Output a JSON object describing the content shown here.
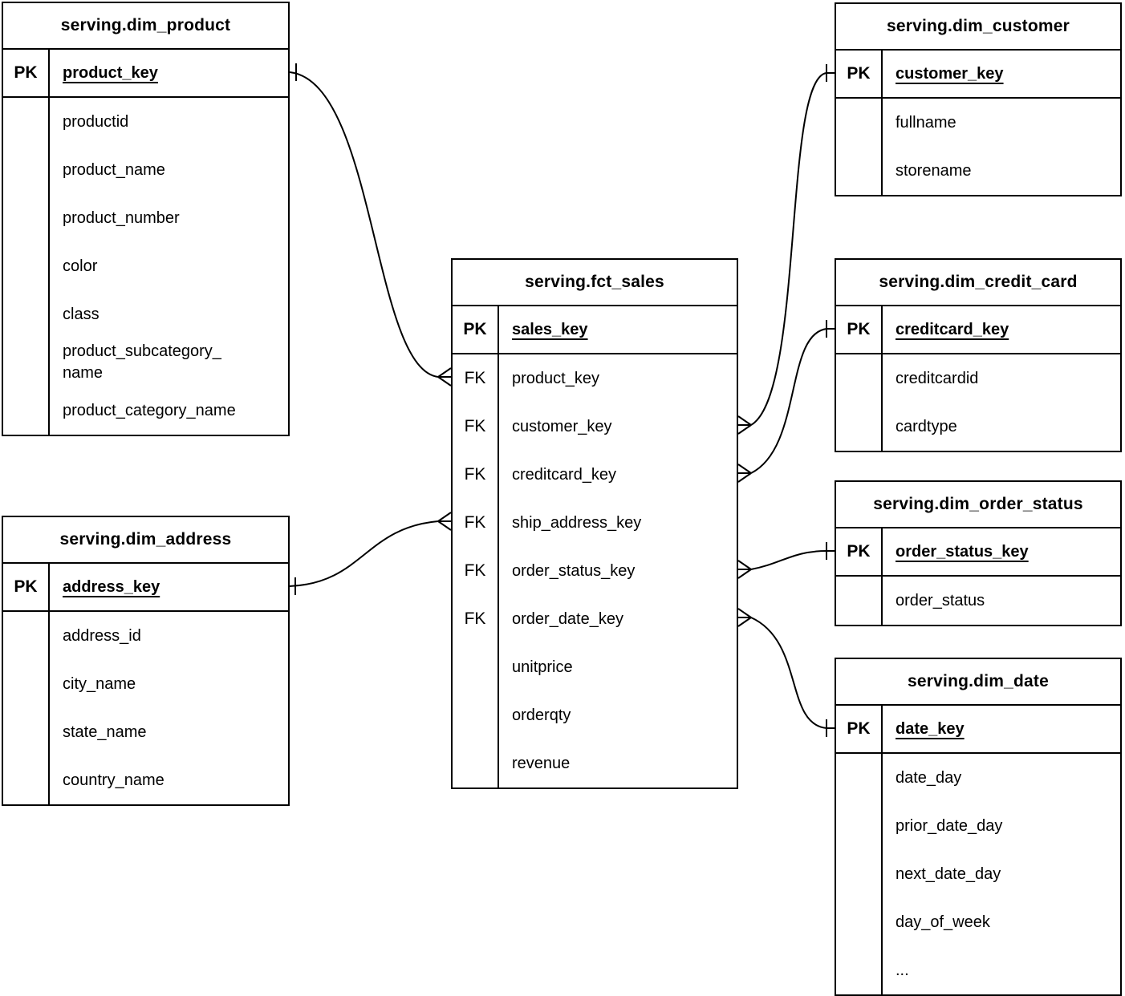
{
  "diagram": {
    "colors": {
      "line": "#000000",
      "background": "#ffffff",
      "text": "#000000"
    },
    "tables": [
      {
        "id": "dim_product",
        "title": "serving.dim_product",
        "primary_key": {
          "tag": "PK",
          "name": "product_key"
        },
        "fields": [
          {
            "tag": "",
            "name": "productid"
          },
          {
            "tag": "",
            "name": "product_name"
          },
          {
            "tag": "",
            "name": "product_number"
          },
          {
            "tag": "",
            "name": "color"
          },
          {
            "tag": "",
            "name": "class"
          },
          {
            "tag": "",
            "name": "product_subcategory_name"
          },
          {
            "tag": "",
            "name": "product_category_name"
          }
        ]
      },
      {
        "id": "dim_address",
        "title": "serving.dim_address",
        "primary_key": {
          "tag": "PK",
          "name": "address_key"
        },
        "fields": [
          {
            "tag": "",
            "name": "address_id"
          },
          {
            "tag": "",
            "name": "city_name"
          },
          {
            "tag": "",
            "name": "state_name"
          },
          {
            "tag": "",
            "name": "country_name"
          }
        ]
      },
      {
        "id": "fct_sales",
        "title": "serving.fct_sales",
        "primary_key": {
          "tag": "PK",
          "name": "sales_key"
        },
        "fields": [
          {
            "tag": "FK",
            "name": "product_key"
          },
          {
            "tag": "FK",
            "name": "customer_key"
          },
          {
            "tag": "FK",
            "name": "creditcard_key"
          },
          {
            "tag": "FK",
            "name": "ship_address_key"
          },
          {
            "tag": "FK",
            "name": "order_status_key"
          },
          {
            "tag": "FK",
            "name": "order_date_key"
          },
          {
            "tag": "",
            "name": "unitprice"
          },
          {
            "tag": "",
            "name": "orderqty"
          },
          {
            "tag": "",
            "name": "revenue"
          }
        ]
      },
      {
        "id": "dim_customer",
        "title": "serving.dim_customer",
        "primary_key": {
          "tag": "PK",
          "name": "customer_key"
        },
        "fields": [
          {
            "tag": "",
            "name": "fullname"
          },
          {
            "tag": "",
            "name": "storename"
          }
        ]
      },
      {
        "id": "dim_credit_card",
        "title": "serving.dim_credit_card",
        "primary_key": {
          "tag": "PK",
          "name": "creditcard_key"
        },
        "fields": [
          {
            "tag": "",
            "name": "creditcardid"
          },
          {
            "tag": "",
            "name": "cardtype"
          }
        ]
      },
      {
        "id": "dim_order_status",
        "title": "serving.dim_order_status",
        "primary_key": {
          "tag": "PK",
          "name": "order_status_key"
        },
        "fields": [
          {
            "tag": "",
            "name": "order_status"
          }
        ]
      },
      {
        "id": "dim_date",
        "title": "serving.dim_date",
        "primary_key": {
          "tag": "PK",
          "name": "date_key"
        },
        "fields": [
          {
            "tag": "",
            "name": "date_day"
          },
          {
            "tag": "",
            "name": "prior_date_day"
          },
          {
            "tag": "",
            "name": "next_date_day"
          },
          {
            "tag": "",
            "name": "day_of_week"
          },
          {
            "tag": "",
            "name": "..."
          }
        ]
      }
    ],
    "relationships": [
      {
        "from_table": "serving.fct_sales",
        "from_field": "product_key",
        "to_table": "serving.dim_product",
        "to_field": "product_key",
        "cardinality": "many-to-one"
      },
      {
        "from_table": "serving.fct_sales",
        "from_field": "ship_address_key",
        "to_table": "serving.dim_address",
        "to_field": "address_key",
        "cardinality": "many-to-one"
      },
      {
        "from_table": "serving.fct_sales",
        "from_field": "customer_key",
        "to_table": "serving.dim_customer",
        "to_field": "customer_key",
        "cardinality": "many-to-one"
      },
      {
        "from_table": "serving.fct_sales",
        "from_field": "creditcard_key",
        "to_table": "serving.dim_credit_card",
        "to_field": "creditcard_key",
        "cardinality": "many-to-one"
      },
      {
        "from_table": "serving.fct_sales",
        "from_field": "order_status_key",
        "to_table": "serving.dim_order_status",
        "to_field": "order_status_key",
        "cardinality": "many-to-one"
      },
      {
        "from_table": "serving.fct_sales",
        "from_field": "order_date_key",
        "to_table": "serving.dim_date",
        "to_field": "date_key",
        "cardinality": "many-to-one"
      }
    ]
  }
}
